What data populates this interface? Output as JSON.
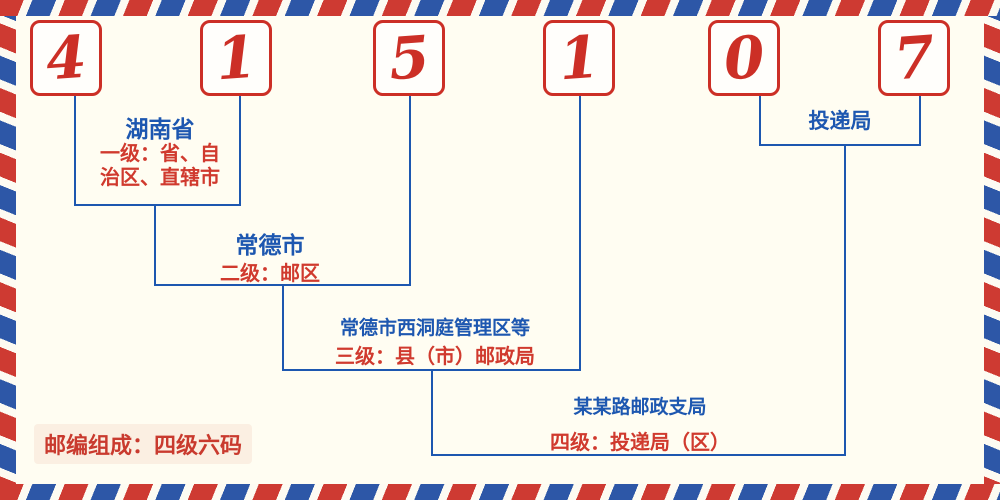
{
  "diagram": {
    "postal_code": "415107",
    "digits": [
      "4",
      "1",
      "5",
      "1",
      "0",
      "7"
    ],
    "levels": {
      "level1": {
        "place": "湖南省",
        "desc_line1": "一级：省、自",
        "desc_line2": "治区、直辖市"
      },
      "level2": {
        "place": "常德市",
        "desc": "二级：邮区"
      },
      "level3": {
        "place": "常德市西洞庭管理区等",
        "desc": "三级：县（市）邮政局"
      },
      "level4": {
        "place": "某某路邮政支局",
        "desc": "四级：投递局（区）"
      },
      "delivery": {
        "label": "投递局"
      }
    },
    "footer": {
      "composition": "邮编组成：四级六码"
    }
  },
  "colors": {
    "red": "#cc2f26",
    "blue": "#1d57b0",
    "background": "#fffdf2"
  }
}
